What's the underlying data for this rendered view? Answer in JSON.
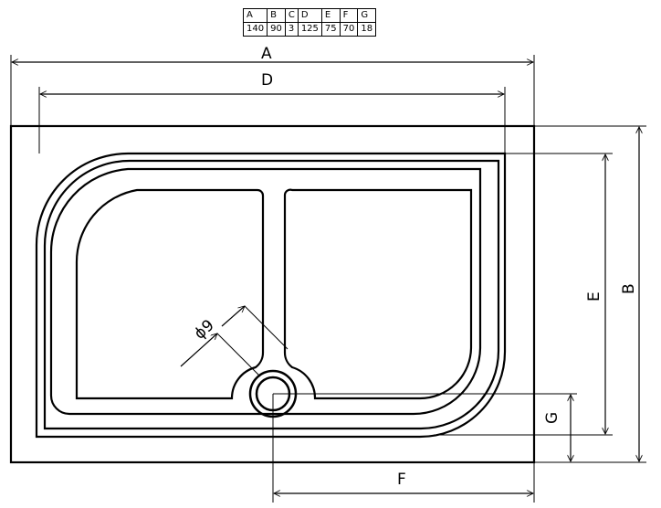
{
  "table": {
    "headers": [
      "A",
      "B",
      "C",
      "D",
      "E",
      "F",
      "G"
    ],
    "values": [
      "140",
      "90",
      "3",
      "125",
      "75",
      "70",
      "18"
    ]
  },
  "labels": {
    "A": "A",
    "B": "B",
    "D": "D",
    "E": "E",
    "F": "F",
    "G": "G",
    "diameter": "ϕ9"
  },
  "colors": {
    "line": "#000000",
    "background": "#ffffff"
  }
}
